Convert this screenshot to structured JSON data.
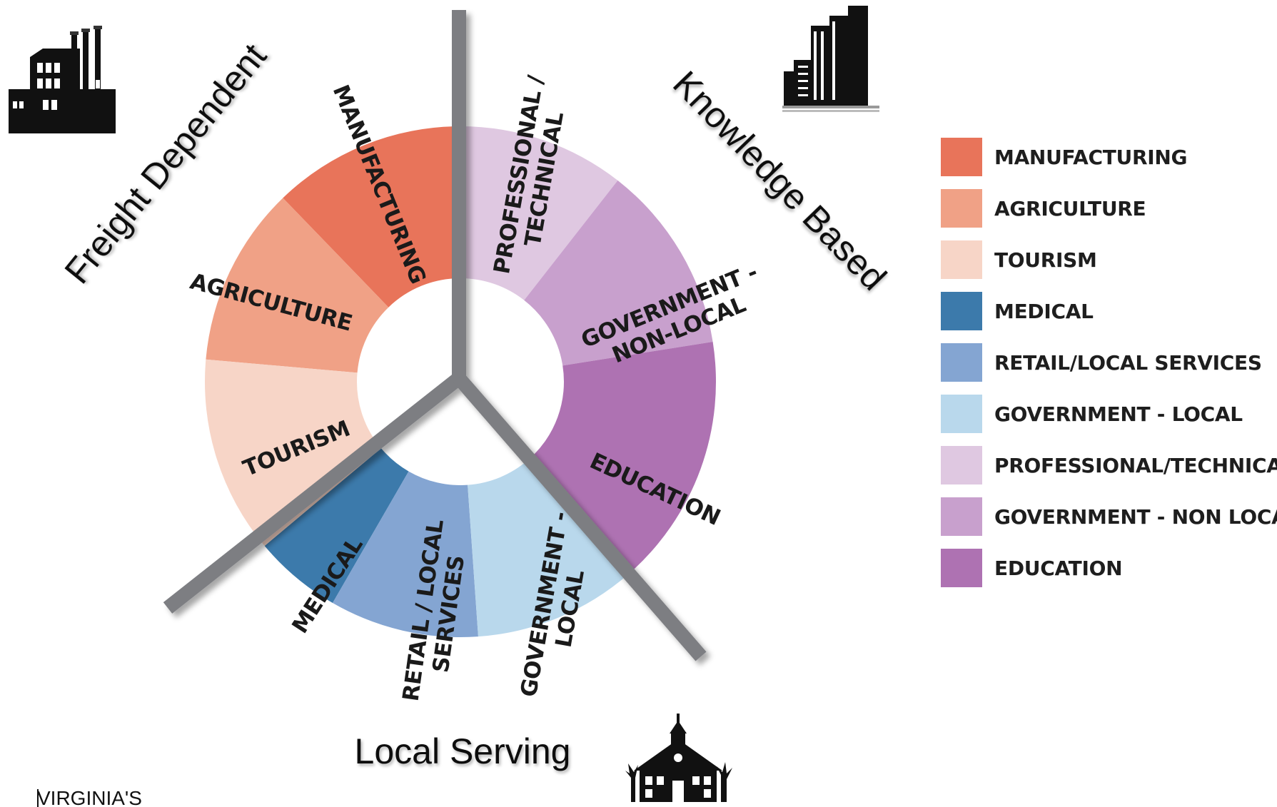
{
  "diagram": {
    "groups": [
      {
        "id": "freight",
        "label": "Freight Dependent",
        "icon": "factory-icon"
      },
      {
        "id": "knowledge",
        "label": "Knowledge Based",
        "icon": "office-buildings-icon"
      },
      {
        "id": "local",
        "label": "Local Serving",
        "icon": "schoolhouse-icon"
      }
    ],
    "segments": [
      {
        "key": "manufacturing",
        "lines": [
          "MANUFACTURING"
        ],
        "color": "#e8745a",
        "group": "freight"
      },
      {
        "key": "agriculture",
        "lines": [
          "AGRICULTURE"
        ],
        "color": "#f0a186",
        "group": "freight"
      },
      {
        "key": "tourism",
        "lines": [
          "TOURISM"
        ],
        "color": "#f7d5c7",
        "group": "freight"
      },
      {
        "key": "medical",
        "lines": [
          "MEDICAL"
        ],
        "color": "#3c7aab",
        "group": "local"
      },
      {
        "key": "retail",
        "lines": [
          "RETAIL / LOCAL",
          "SERVICES"
        ],
        "color": "#84a5d2",
        "group": "local"
      },
      {
        "key": "gov_local",
        "lines": [
          "GOVERNMENT -",
          "LOCAL"
        ],
        "color": "#b9d8ec",
        "group": "local"
      },
      {
        "key": "professional",
        "lines": [
          "PROFESSIONAL /",
          "TECHNICAL"
        ],
        "color": "#dfc8e1",
        "group": "knowledge"
      },
      {
        "key": "gov_nonlocal",
        "lines": [
          "GOVERNMENT -",
          "NON-LOCAL"
        ],
        "color": "#c8a0cd",
        "group": "knowledge"
      },
      {
        "key": "education",
        "lines": [
          "EDUCATION"
        ],
        "color": "#ae72b2",
        "group": "knowledge"
      }
    ],
    "divider_color": "#7d7e82"
  },
  "legend": {
    "items": [
      {
        "label": "MANUFACTURING",
        "color": "#e8745a"
      },
      {
        "label": "AGRICULTURE",
        "color": "#f0a186"
      },
      {
        "label": "TOURISM",
        "color": "#f7d5c7"
      },
      {
        "label": "MEDICAL",
        "color": "#3c7aab"
      },
      {
        "label": "RETAIL/LOCAL SERVICES",
        "color": "#84a5d2"
      },
      {
        "label": "GOVERNMENT - LOCAL",
        "color": "#b9d8ec"
      },
      {
        "label": "PROFESSIONAL/TECHNICAL",
        "color": "#dfc8e1"
      },
      {
        "label": "GOVERNMENT - NON LOCAL",
        "color": "#c8a0cd"
      },
      {
        "label": "EDUCATION",
        "color": "#ae72b2"
      }
    ]
  },
  "branding": {
    "text": "VIRGINIA'S"
  }
}
